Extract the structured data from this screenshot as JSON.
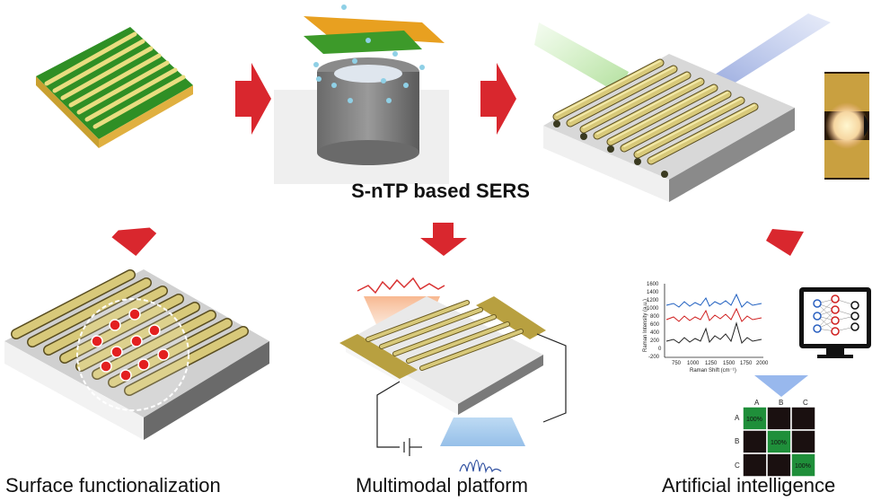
{
  "title": "S-nTP based SERS",
  "captions": {
    "left": "Surface functionalization",
    "middle": "Multimodal platform",
    "right": "Artificial intelligence"
  },
  "raman_chart": {
    "ylabel": "Raman Intensity (a.u.)",
    "xlabel": "Raman Shift (cm⁻¹)",
    "yticks": [
      "1600",
      "1400",
      "1200",
      "1000",
      "800",
      "600",
      "400",
      "200",
      "0",
      "-200"
    ],
    "xticks": [
      "750",
      "1000",
      "1250",
      "1500",
      "1750",
      "2000"
    ]
  },
  "confusion_matrix": {
    "cols": [
      "A",
      "B",
      "C"
    ],
    "rows": [
      "A",
      "B",
      "C"
    ],
    "diagonal": [
      "100%",
      "100%",
      "100%"
    ],
    "colors": {
      "hit": "#1f8f3a",
      "miss": "#1a1010"
    }
  },
  "colors": {
    "arrow": "#d9272e",
    "gold": "#d8c97a",
    "green": "#3a9a2a",
    "substrate": "#c8c8c8"
  }
}
